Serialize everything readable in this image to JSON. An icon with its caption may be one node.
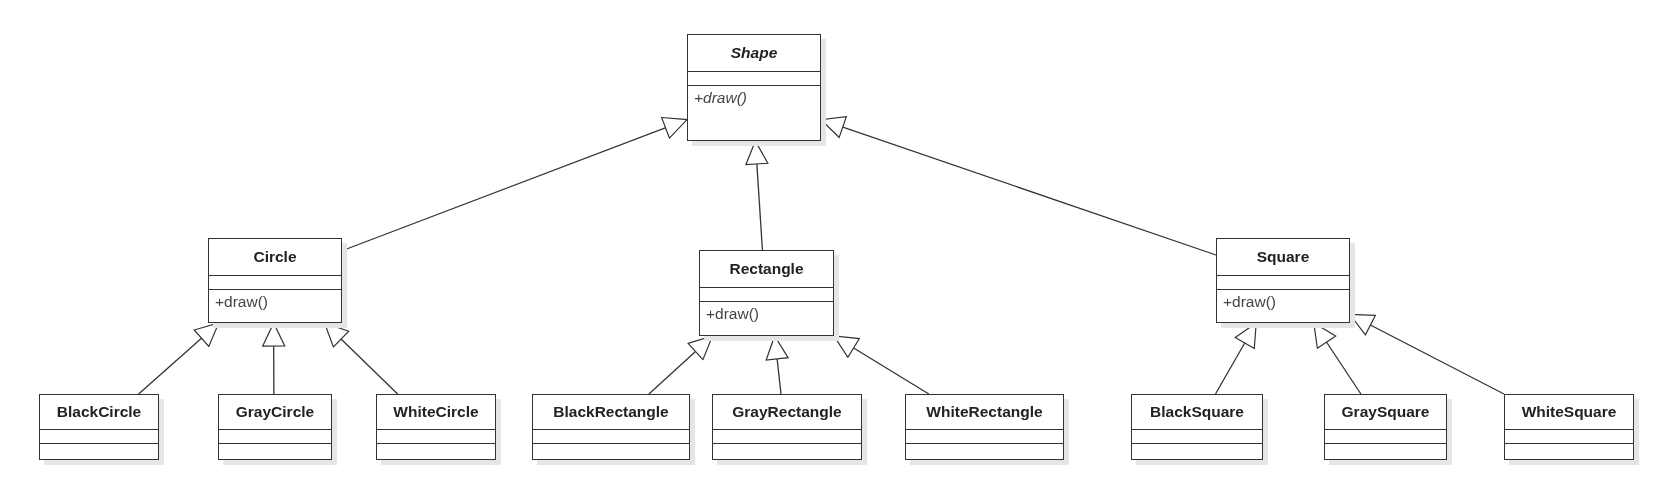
{
  "diagram": {
    "nodes": [
      {
        "text": [
          "Shape",
          "+draw()"
        ]
      },
      {
        "text": [
          "Circle",
          "+draw()"
        ]
      },
      {
        "text": [
          "Rectangle",
          "+draw()"
        ]
      },
      {
        "text": [
          "Square",
          "+draw()"
        ]
      },
      {
        "text": [
          "BlackCircle"
        ]
      },
      {
        "text": [
          "GrayCircle"
        ]
      },
      {
        "text": [
          "WhiteCircle"
        ]
      },
      {
        "text": [
          "BlackRectangle"
        ]
      },
      {
        "text": [
          "GrayRectangle"
        ]
      },
      {
        "text": [
          "WhiteRectangle"
        ]
      },
      {
        "text": [
          "BlackSquare"
        ]
      },
      {
        "text": [
          "GraySquare"
        ]
      },
      {
        "text": [
          "WhiteSquare"
        ]
      }
    ],
    "edges": [
      {
        "from": 1,
        "to": 0,
        "arrow": "to"
      },
      {
        "from": 2,
        "to": 0,
        "arrow": "to"
      },
      {
        "from": 3,
        "to": 0,
        "arrow": "to"
      },
      {
        "from": 4,
        "to": 1,
        "arrow": "to"
      },
      {
        "from": 5,
        "to": 1,
        "arrow": "to"
      },
      {
        "from": 6,
        "to": 1,
        "arrow": "to"
      },
      {
        "from": 7,
        "to": 2,
        "arrow": "to"
      },
      {
        "from": 8,
        "to": 2,
        "arrow": "to"
      },
      {
        "from": 9,
        "to": 2,
        "arrow": "to"
      },
      {
        "from": 10,
        "to": 3,
        "arrow": "to"
      },
      {
        "from": 11,
        "to": 3,
        "arrow": "to"
      },
      {
        "from": 12,
        "to": 3,
        "arrow": "to"
      }
    ]
  }
}
